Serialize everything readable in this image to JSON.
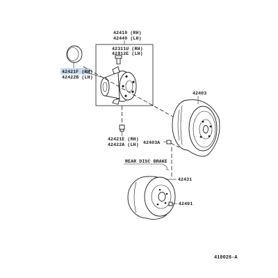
{
  "callouts": {
    "hub_assy_rh": "42410 (RH)",
    "hub_assy_lh": "42440 (LH)",
    "hub_bolt_rh": "42311U (RH)",
    "hub_bolt_lh": "42312E (LH)",
    "cap_rh": "42421F (RH)",
    "cap_lh": "42422B (LH)",
    "nut_rh": "42421E (RH)",
    "nut_lh": "42422A (LH)",
    "drum": "42403",
    "drum_screw": "42403A",
    "rear_disc_brake": "REAR DISC BRAKE",
    "disc": "42431",
    "disc_screw": "42491",
    "figure_code": "410026-A"
  },
  "highlight_color": "#c9dcef"
}
